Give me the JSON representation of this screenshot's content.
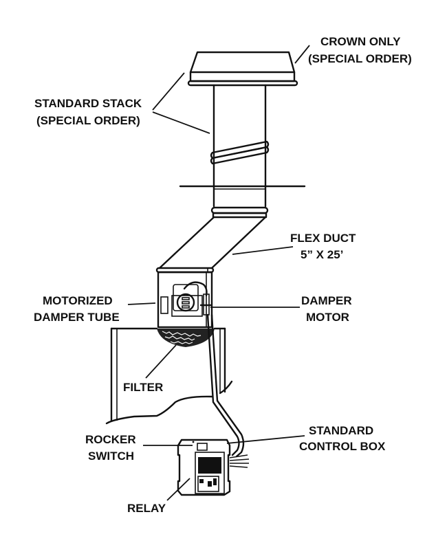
{
  "title": "Vent system component diagram",
  "labels": {
    "crown": [
      "CROWN ONLY",
      "(SPECIAL ORDER)"
    ],
    "stack": [
      "STANDARD STACK",
      "(SPECIAL ORDER)"
    ],
    "flex_duct": [
      "FLEX DUCT",
      "5” X 25’"
    ],
    "damper_tube": [
      "MOTORIZED",
      "DAMPER TUBE"
    ],
    "damper_motor": [
      "DAMPER",
      "MOTOR"
    ],
    "filter": [
      "FILTER"
    ],
    "rocker_switch": [
      "ROCKER",
      "SWITCH"
    ],
    "control_box": [
      "STANDARD",
      "CONTROL BOX"
    ],
    "relay": [
      "RELAY"
    ]
  }
}
